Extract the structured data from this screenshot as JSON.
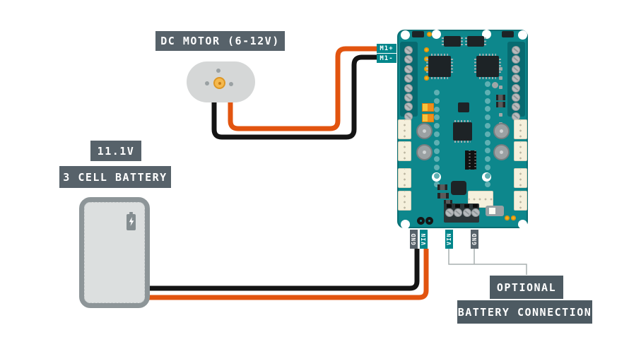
{
  "labels": {
    "dc_motor": "DC MOTOR (6-12V)",
    "voltage": "11.1V",
    "battery": "3 CELL BATTERY",
    "optional": "OPTIONAL",
    "battery_connection": "BATTERY CONNECTION"
  },
  "board": {
    "name": "motor-carrier-board",
    "pins": {
      "m1_plus": "M1+",
      "m1_minus": "M1-",
      "gnd_wired": "GND",
      "vin_wired": "VIN",
      "vin_optional": "VIN",
      "gnd_optional": "GND"
    }
  },
  "icons": {
    "battery_charge": "lightning-bolt-icon"
  },
  "connections": [
    {
      "from": "dc-motor",
      "to": "M1+",
      "wire": "orange"
    },
    {
      "from": "dc-motor",
      "to": "M1-",
      "wire": "black"
    },
    {
      "from": "3-cell-battery",
      "to": "GND",
      "wire": "black"
    },
    {
      "from": "3-cell-battery",
      "to": "VIN",
      "wire": "orange"
    },
    {
      "from": "VIN/GND screw terminals",
      "to": "optional-battery-connection-note",
      "wire": "annotation-line"
    }
  ],
  "colors": {
    "board_teal": "#0d878c",
    "teal_label": "#00868b",
    "wire_orange": "#e2540f",
    "wire_black": "#141414",
    "label_slate": "#57626a",
    "callout_slate": "#4d5a62",
    "annotation_line": "#a9b0b0",
    "battery_gray": "#8d9598",
    "motor_gray": "#d5d7d7"
  }
}
